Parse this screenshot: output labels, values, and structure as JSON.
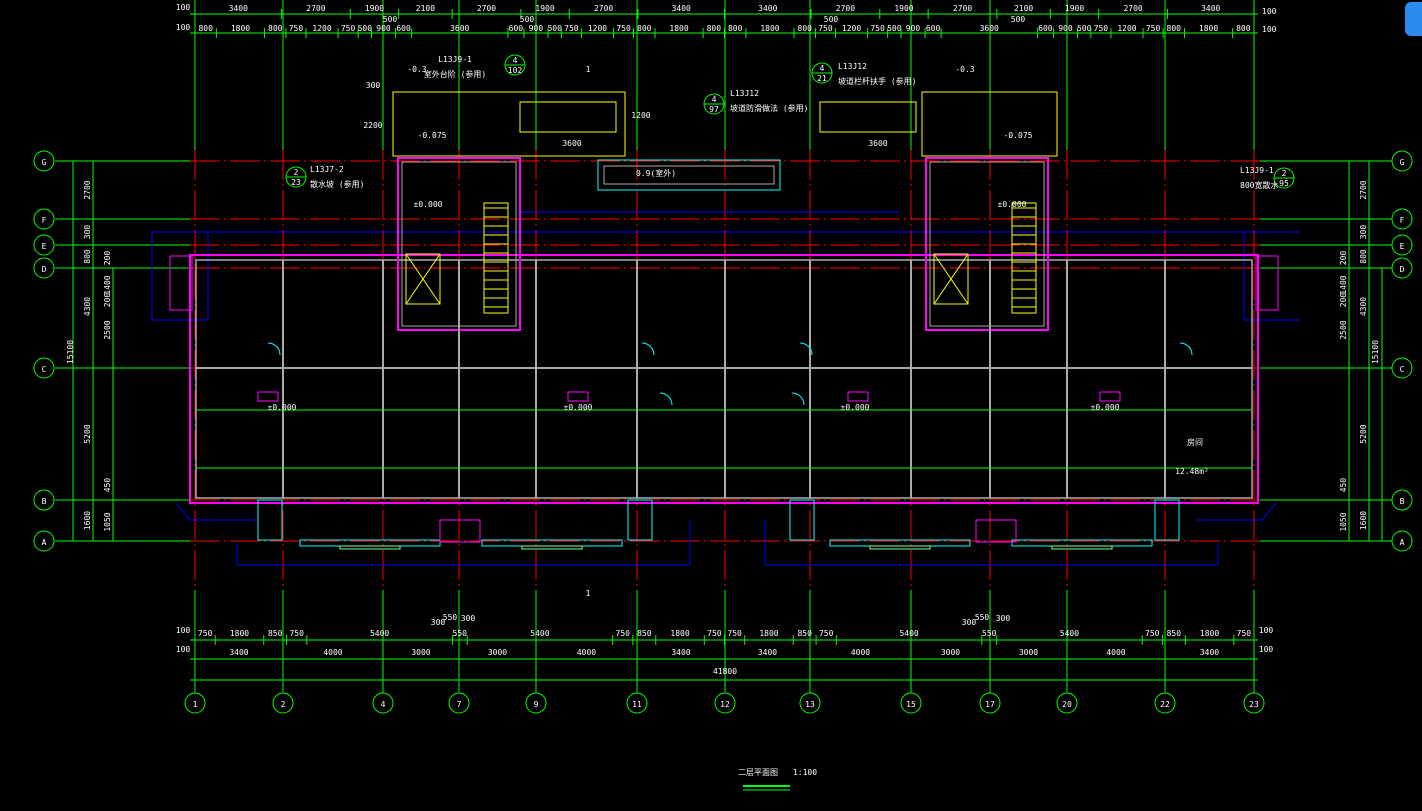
{
  "drawing": {
    "title": "二层平面图",
    "scale": "1:100",
    "axes_x": [
      "1",
      "2",
      "4",
      "7",
      "9",
      "11",
      "12",
      "13",
      "15",
      "17",
      "20",
      "22",
      "23"
    ],
    "axes_y": [
      "G",
      "F",
      "E",
      "D",
      "C",
      "B",
      "A"
    ],
    "top_dims_row1": [
      "3400",
      "2700",
      "1900",
      "2100",
      "2700",
      "1900",
      "2700",
      "3400",
      "3400",
      "2700",
      "1900",
      "2700",
      "2100",
      "1900",
      "2700",
      "3400"
    ],
    "top_dims_small": [
      "500",
      "500",
      "500",
      "500"
    ],
    "top_dims_row2": [
      "800",
      "1800",
      "800",
      "750",
      "1200",
      "750",
      "500",
      "900",
      "600",
      "3600",
      "600",
      "900",
      "500",
      "750",
      "1200",
      "750",
      "800",
      "1800",
      "800",
      "800",
      "1800",
      "800",
      "750",
      "1200",
      "750",
      "500",
      "900",
      "600",
      "3600",
      "600",
      "900",
      "500",
      "750",
      "1200",
      "750",
      "800",
      "1800",
      "800"
    ],
    "bottom_dims_row1": [
      "750",
      "1800",
      "850",
      "750",
      "5400",
      "550",
      "5400",
      "750",
      "850",
      "1800",
      "750",
      "750",
      "1800",
      "850",
      "750",
      "5400",
      "550",
      "5400",
      "750",
      "850",
      "1800",
      "750"
    ],
    "bottom_dims_small": [
      "300",
      "550",
      "300",
      "300",
      "550",
      "300"
    ],
    "bottom_dims_row2": [
      "3400",
      "4000",
      "3000",
      "3000",
      "4000",
      "3400",
      "3400",
      "4000",
      "3000",
      "3000",
      "4000",
      "3400"
    ],
    "total_length": "41800",
    "edge_offset": "100",
    "side_dims_outer": [
      "2700",
      "300",
      "800",
      "4300",
      "5200",
      "1600"
    ],
    "side_dims_inner": [
      "200",
      "1400",
      "200",
      "2500",
      "450",
      "1050"
    ],
    "side_total": "15100",
    "annotations": {
      "ref1": {
        "code": "L13J9-1",
        "top": "4",
        "bottom": "102",
        "note": "室外台阶 (参用)"
      },
      "ref2": {
        "code": "L13J7-2",
        "top": "2",
        "bottom": "23",
        "note": "散水坡 (参用)"
      },
      "ref3": {
        "code": "L13J12",
        "top": "4",
        "bottom": "21",
        "note": "坡道栏杆扶手 (参用)"
      },
      "ref4": {
        "code": "L13J12",
        "top": "4",
        "bottom": "97",
        "note": "坡道防滑做法 (参用)"
      },
      "ref5": {
        "code": "L13J9-1",
        "top": "2",
        "bottom": "95",
        "note": "800宽散水"
      },
      "level_outdoor": "-0.3",
      "level_step": "-0.075",
      "level_floor": "±0.000",
      "level_ramp": "0.9(室外)",
      "section_mark": "1",
      "dim_3600": "3600",
      "dim_2200": "2200",
      "dim_1200": "1200",
      "dim_300": "300",
      "room_name": "房间",
      "room_area": "12.48m²"
    }
  },
  "colors": {
    "grid": "#00ff00",
    "axis": "#ff0000",
    "wall": "#ff00ff",
    "roof": "#0000ff",
    "window": "#00ffff",
    "stair": "#ffff00",
    "walls_fill": "#808080"
  }
}
